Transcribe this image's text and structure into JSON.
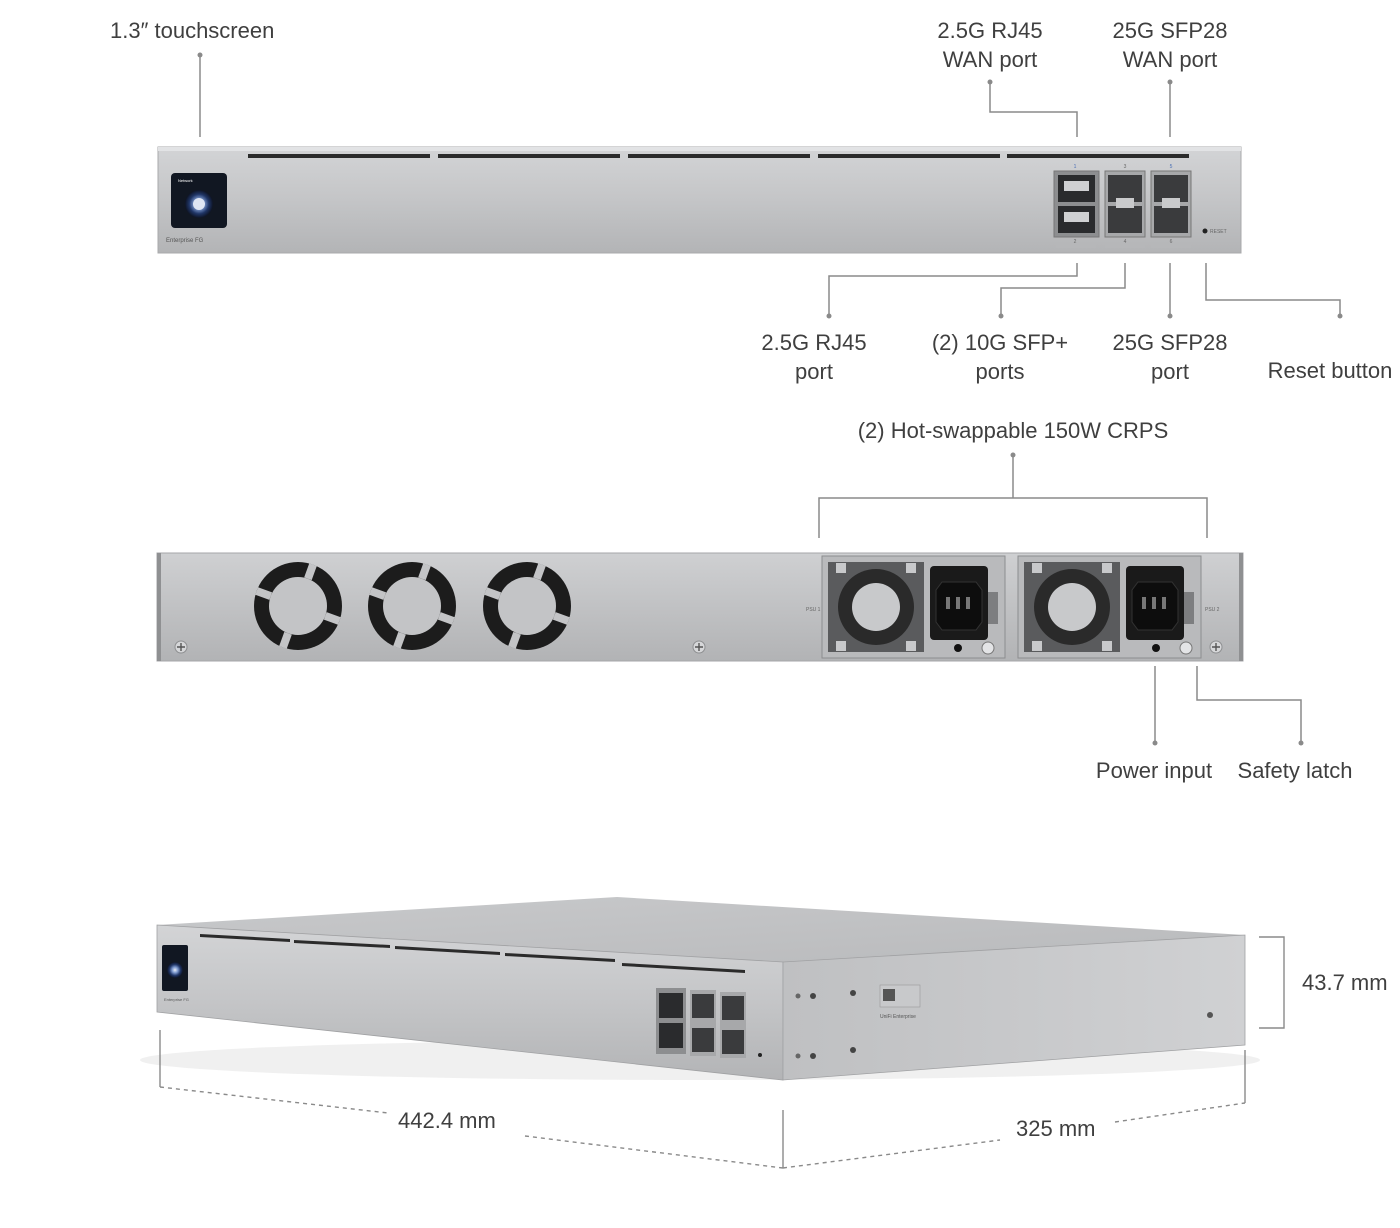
{
  "front_panel": {
    "touchscreen": "1.3″ touchscreen",
    "screen_title": "Network",
    "brand": "Enterprise FG",
    "reset_small": "RESET",
    "wan_rj45": [
      "2.5G RJ45",
      "WAN port"
    ],
    "wan_sfp28": [
      "25G SFP28",
      "WAN port"
    ],
    "lan_rj45": [
      "2.5G RJ45",
      "port"
    ],
    "sfp_plus": [
      "(2) 10G SFP+",
      "ports"
    ],
    "lan_sfp28": [
      "25G SFP28",
      "port"
    ],
    "reset_button": "Reset button",
    "port_numbers": [
      "1",
      "2",
      "3",
      "4",
      "5",
      "6"
    ]
  },
  "rear_panel": {
    "psu": "(2) Hot-swappable 150W CRPS",
    "psu1_small": "PSU 1",
    "psu2_small": "PSU 2",
    "power_input": "Power input",
    "safety_latch": "Safety latch"
  },
  "dimensions": {
    "width": "442.4 mm",
    "depth": "325 mm",
    "height": "43.7 mm",
    "product_label": "UniFi Enterprise"
  }
}
